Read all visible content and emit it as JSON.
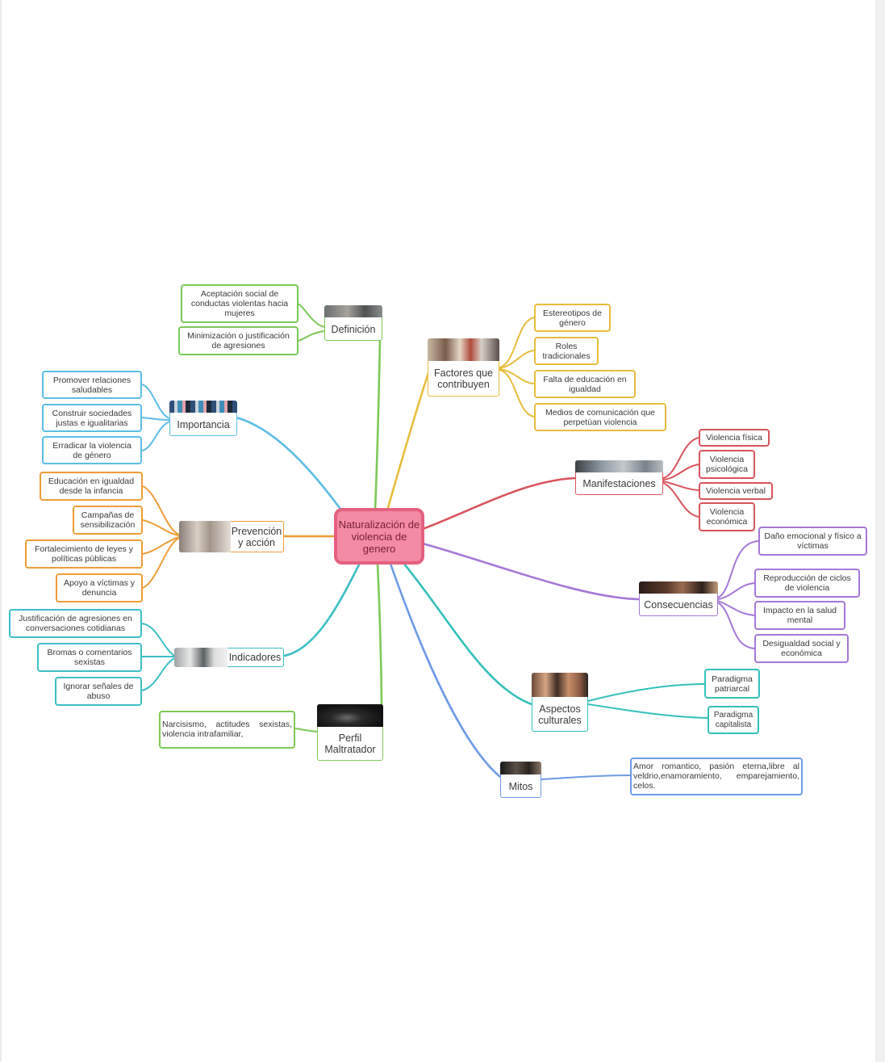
{
  "central": "Naturalización de\nviolencia de\ngenero",
  "colors": {
    "definicion": "#7cc957",
    "factores": "#e8bd3c",
    "importancia": "#5bbde6",
    "manifestaciones": "#d9545c",
    "prevencion": "#ee9d36",
    "consecuencias": "#a678d8",
    "indicadores": "#3cbfc6",
    "perfil": "#7cc957",
    "aspectos": "#33c0bb",
    "mitos": "#6d9be6",
    "central_fill": "#f28ba3",
    "central_border": "#e5607f"
  },
  "branches": {
    "definicion": {
      "label": "Definición",
      "children": [
        "Aceptación social de\nconductas violentas hacia\nmujeres",
        "Minimización o justificación\nde agresiones"
      ]
    },
    "factores": {
      "label": "Factores que\ncontribuyen",
      "children": [
        "Estereotipos de\ngénero",
        "Roles\ntradicionales",
        "Falta de educación en\nigualdad",
        "Medios de comunicación que\nperpetúan violencia"
      ]
    },
    "importancia": {
      "label": "Importancia",
      "children": [
        "Promover relaciones\nsaludables",
        "Construir sociedades\njustas e igualitarias",
        "Erradicar la violencia\nde género"
      ]
    },
    "manifestaciones": {
      "label": "Manifestaciones",
      "children": [
        "Violencia física",
        "Violencia\npsicológica",
        "Violencia verbal",
        "Violencia\neconómica"
      ]
    },
    "prevencion": {
      "label": "Prevención\ny acción",
      "children": [
        "Educación en igualdad\ndesde la infancia",
        "Campañas de\nsensibilización",
        "Fortalecimiento de leyes y\npolíticas públicas",
        "Apoyo a víctimas y\ndenuncia"
      ]
    },
    "consecuencias": {
      "label": "Consecuencias",
      "children": [
        "Daño emocional y físico a\nvíctimas",
        "Reproducción de ciclos\nde violencia",
        "Impacto en la salud\nmental",
        "Desigualdad social y\neconómica"
      ]
    },
    "indicadores": {
      "label": "Indicadores",
      "children": [
        "Justificación de agresiones en\nconversaciones cotidianas",
        "Bromas o comentarios\nsexistas",
        "Ignorar señales de\nabuso"
      ]
    },
    "perfil": {
      "label": "Perfil\nMaltratador",
      "children": [
        "Narcisismo, actitudes sexistas, violencia intrafamiliar,"
      ]
    },
    "aspectos": {
      "label": "Aspectos\nculturales",
      "children": [
        "Paradigma\npatriarcal",
        "Paradigma\ncapitalista"
      ]
    },
    "mitos": {
      "label": "Mitos",
      "children": [
        "Amor romantico, pasión eterna,libre al veldrio,enamoramiento, emparejamiento, celos."
      ]
    }
  }
}
